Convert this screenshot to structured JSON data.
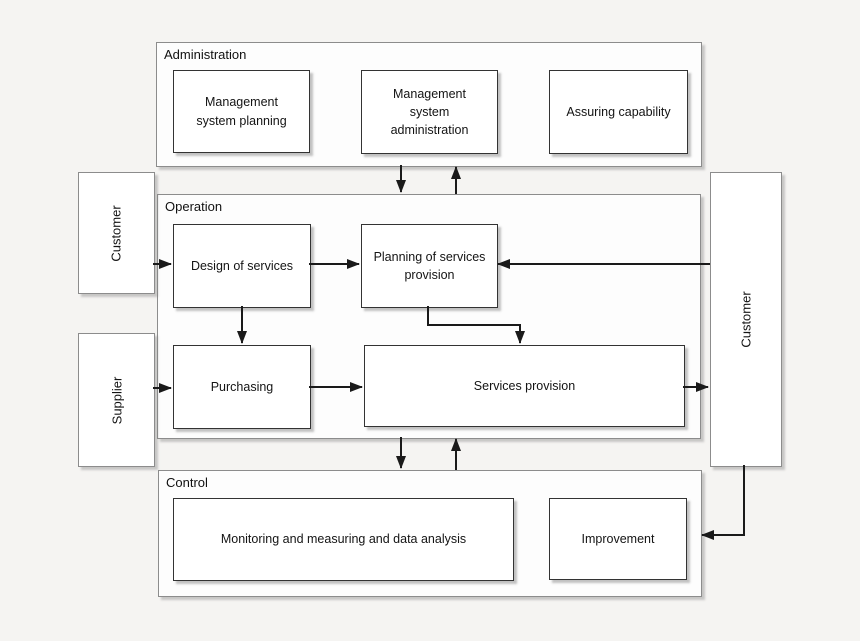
{
  "containers": {
    "administration": {
      "label": "Administration"
    },
    "operation": {
      "label": "Operation"
    },
    "control": {
      "label": "Control"
    }
  },
  "boxes": {
    "management_system_planning": {
      "label": "Management\nsystem planning"
    },
    "management_system_administration": {
      "label": "Management\nsystem\nadministration"
    },
    "assuring_capability": {
      "label": "Assuring capability"
    },
    "design_of_services": {
      "label": "Design of services"
    },
    "planning_of_services_provision": {
      "label": "Planning of services\nprovision"
    },
    "purchasing": {
      "label": "Purchasing"
    },
    "services_provision": {
      "label": "Services provision"
    },
    "monitoring_and_measuring": {
      "label": "Monitoring and measuring and data analysis"
    },
    "improvement": {
      "label": "Improvement"
    }
  },
  "side_boxes": {
    "customer_left": {
      "label": "Customer"
    },
    "supplier": {
      "label": "Supplier"
    },
    "customer_right": {
      "label": "Customer"
    }
  },
  "colors": {
    "background": "#f5f4f2",
    "box_fill": "#ffffff",
    "box_border": "#333333",
    "container_border": "#8c8c8c",
    "arrow": "#1a1a1a"
  }
}
